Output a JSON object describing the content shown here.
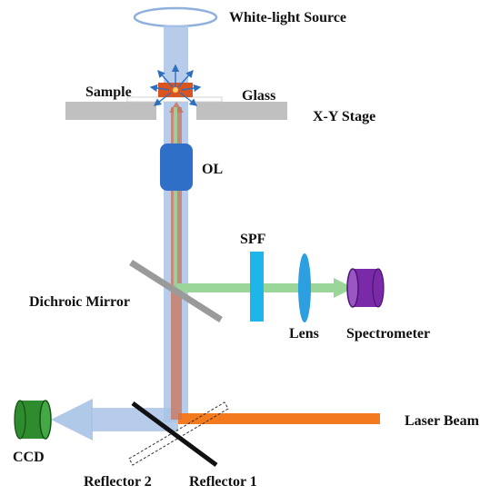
{
  "labels": {
    "white_light_source": "White-light Source",
    "sample": "Sample",
    "glass": "Glass",
    "xy_stage": "X-Y Stage",
    "objective_lens": "OL",
    "spf": "SPF",
    "dichroic_mirror": "Dichroic Mirror",
    "lens": "Lens",
    "spectrometer": "Spectrometer",
    "laser_beam": "Laser Beam",
    "ccd": "CCD",
    "reflector_1": "Reflector 1",
    "reflector_2": "Reflector 2"
  },
  "colors": {
    "white_light_beam": "#a9c3e6",
    "laser": "#f47a20",
    "laser_beam_on_axis": "#c9735a",
    "signal_beam": "#9ad59a",
    "stage": "#c0c0c0",
    "sample": "#d9541e",
    "objective_lens": "#2f6fc7",
    "spf": "#1eb6e8",
    "lens": "#2c9fe0",
    "spectrometer": "#7a2aa8",
    "ccd": "#2e8b2e",
    "dichroic_mirror": "#9a9a9a",
    "reflector_1": "#111111",
    "emission_arrows": "#2e6fc0"
  }
}
